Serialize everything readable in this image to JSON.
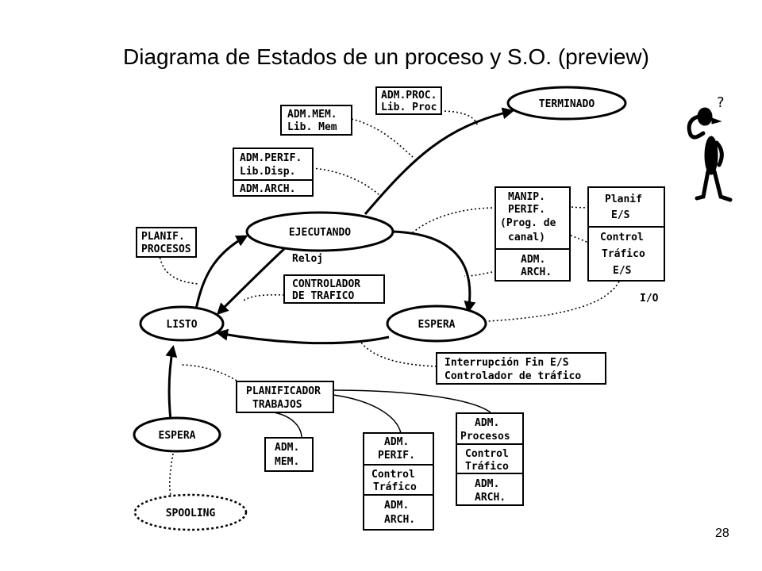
{
  "title": "Diagrama de Estados de un proceso y S.O. (preview)",
  "page_number": "28",
  "states": {
    "terminado": "TERMINADO",
    "ejecutando": "EJECUTANDO",
    "listo": "LISTO",
    "espera": "ESPERA",
    "espera_trabajos": "ESPERA",
    "spooling": "SPOOLING"
  },
  "labels": {
    "reloj": "Reloj",
    "io": "I/O",
    "question_mark": "?"
  },
  "boxes": {
    "adm_proc": [
      "ADM.PROC.",
      "Lib. Proc"
    ],
    "adm_mem": [
      "ADM.MEM.",
      "Lib. Mem"
    ],
    "adm_perif": [
      "ADM.PERIF.",
      "Lib.Disp."
    ],
    "adm_arch": "ADM.ARCH.",
    "planif_procesos": [
      "PLANIF.",
      "PROCESOS"
    ],
    "controlador_trafico": [
      "CONTROLADOR",
      "DE TRAFICO"
    ],
    "manip_perif": [
      "MANIP.",
      "PERIF.",
      "(Prog. de",
      "canal)"
    ],
    "manip_arch": [
      "ADM.",
      "ARCH."
    ],
    "planif_es": [
      "Planif",
      "E/S"
    ],
    "control_trafico_es": [
      "Control",
      "Tráfico",
      "E/S"
    ],
    "interrupcion": [
      "Interrupción Fin E/S",
      "Controlador de tráfico"
    ],
    "planificador_trabajos": [
      "PLANIFICADOR",
      "TRABAJOS"
    ],
    "adm_mem_bottom": [
      "ADM.",
      "MEM."
    ],
    "perif_stack": {
      "top": [
        "ADM.",
        "PERIF."
      ],
      "middle": [
        "Control",
        "Tráfico"
      ],
      "bottom": [
        "ADM.",
        "ARCH."
      ]
    },
    "procesos_stack": {
      "top": [
        "ADM.",
        "Procesos"
      ],
      "middle": [
        "Control",
        "Tráfico"
      ],
      "bottom": [
        "ADM.",
        "ARCH."
      ]
    }
  }
}
